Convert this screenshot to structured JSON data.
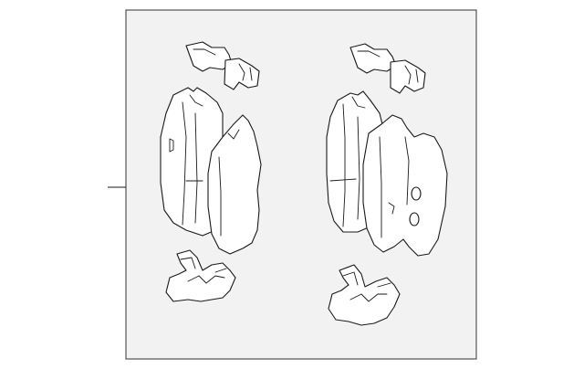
{
  "diagram": {
    "description_visible_text": "",
    "colors": {
      "background": "#ffffff",
      "panel": "#f2f2f2",
      "line": "#1a1a1a"
    },
    "parts": [
      {
        "id": "left-clip",
        "icon": "anti-rattle-clip-icon"
      },
      {
        "id": "left-outer-pad",
        "icon": "brake-pad-icon"
      },
      {
        "id": "left-inner-pad",
        "icon": "brake-pad-icon"
      },
      {
        "id": "left-spring",
        "icon": "retaining-spring-icon"
      },
      {
        "id": "right-clip",
        "icon": "anti-rattle-clip-icon"
      },
      {
        "id": "right-outer-pad",
        "icon": "brake-pad-icon"
      },
      {
        "id": "right-inner-pad",
        "icon": "brake-pad-icon"
      },
      {
        "id": "right-spring",
        "icon": "retaining-spring-icon"
      }
    ]
  }
}
